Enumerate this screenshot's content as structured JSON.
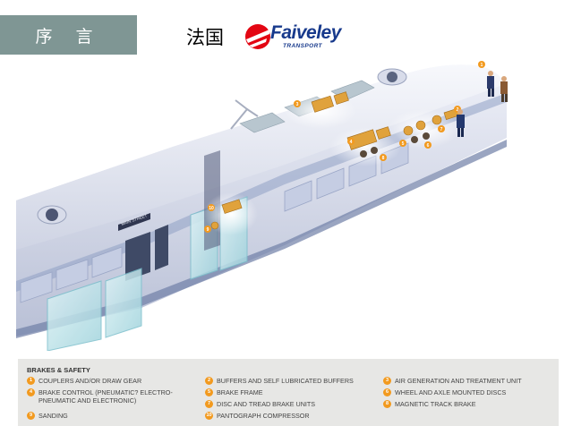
{
  "header": {
    "section_title": "序 言",
    "country": "法国"
  },
  "logo": {
    "wordmark": "Faiveley",
    "sub": "TRANSPORT",
    "colors": {
      "brand_red": "#e30613",
      "brand_blue": "#183a8c"
    }
  },
  "diagram": {
    "station_sign": "MAIN STREET",
    "callouts": [
      "1",
      "2",
      "3",
      "4",
      "5",
      "6",
      "7",
      "8",
      "9",
      "10"
    ]
  },
  "legend": {
    "title": "BRAKES & SAFETY",
    "items": [
      {
        "num": "1",
        "label": "COUPLERS AND/OR DRAW GEAR"
      },
      {
        "num": "2",
        "label": "BUFFERS AND SELF LUBRICATED BUFFERS"
      },
      {
        "num": "3",
        "label": "AIR GENERATION AND TREATMENT UNIT"
      },
      {
        "num": "4",
        "label": "BRAKE CONTROL (PNEUMATIC? ELECTRO-PNEUMATIC AND ELECTRONIC)"
      },
      {
        "num": "5",
        "label": "BRAKE FRAME"
      },
      {
        "num": "6",
        "label": "WHEEL AND AXLE MOUNTED DISCS"
      },
      {
        "num": "7",
        "label": "DISC AND TREAD BRAKE UNITS"
      },
      {
        "num": "8",
        "label": "MAGNETIC TRACK BRAKE"
      },
      {
        "num": "9",
        "label": "SANDING"
      },
      {
        "num": "10",
        "label": "PANTOGRAPH COMPRESSOR"
      }
    ]
  }
}
